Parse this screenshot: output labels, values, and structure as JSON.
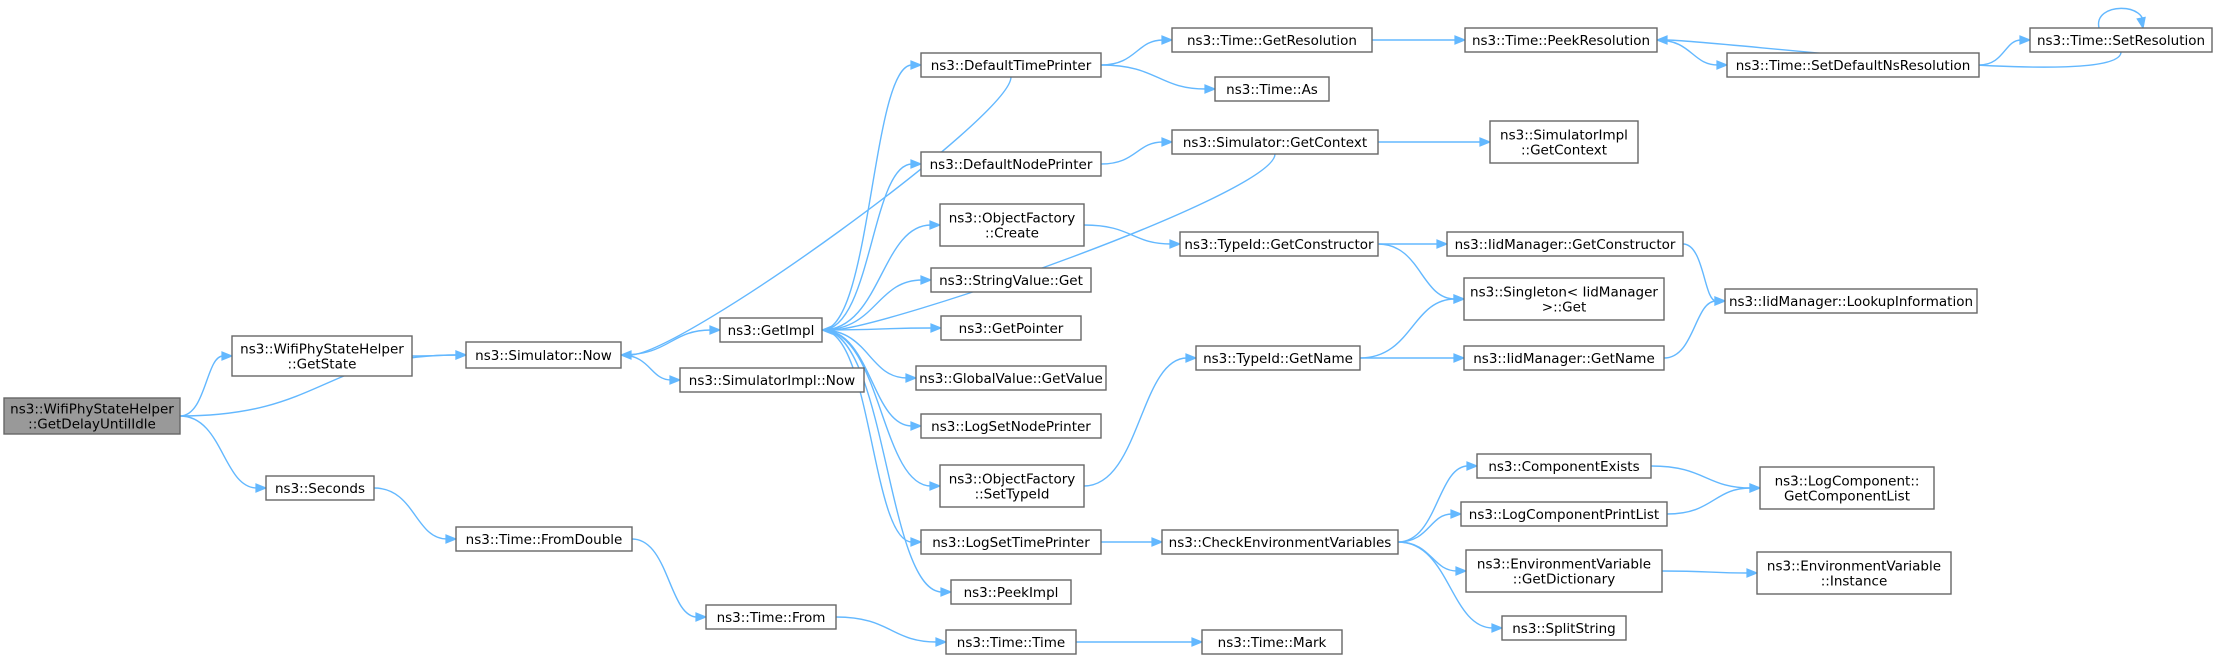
{
  "colors": {
    "edge": "#63b8ff",
    "node_border": "#666666",
    "root_fill": "#999999",
    "node_fill": "#ffffff",
    "text": "#000000"
  },
  "nodes": [
    {
      "id": "root",
      "lines": [
        "ns3::WifiPhyStateHelper",
        "::GetDelayUntilIdle"
      ],
      "highlighted": true
    },
    {
      "id": "getstate",
      "lines": [
        "ns3::WifiPhyStateHelper",
        "::GetState"
      ]
    },
    {
      "id": "simnow",
      "lines": [
        "ns3::Simulator::Now"
      ]
    },
    {
      "id": "seconds",
      "lines": [
        "ns3::Seconds"
      ]
    },
    {
      "id": "fromdouble",
      "lines": [
        "ns3::Time::FromDouble"
      ]
    },
    {
      "id": "from",
      "lines": [
        "ns3::Time::From"
      ]
    },
    {
      "id": "time",
      "lines": [
        "ns3::Time::Time"
      ]
    },
    {
      "id": "mark",
      "lines": [
        "ns3::Time::Mark"
      ]
    },
    {
      "id": "getimpl",
      "lines": [
        "ns3::GetImpl"
      ]
    },
    {
      "id": "simimplnow",
      "lines": [
        "ns3::SimulatorImpl::Now"
      ]
    },
    {
      "id": "deftime",
      "lines": [
        "ns3::DefaultTimePrinter"
      ]
    },
    {
      "id": "defnode",
      "lines": [
        "ns3::DefaultNodePrinter"
      ]
    },
    {
      "id": "ofcreate",
      "lines": [
        "ns3::ObjectFactory",
        "::Create"
      ]
    },
    {
      "id": "strget",
      "lines": [
        "ns3::StringValue::Get"
      ]
    },
    {
      "id": "getptr",
      "lines": [
        "ns3::GetPointer"
      ]
    },
    {
      "id": "gvget",
      "lines": [
        "ns3::GlobalValue::GetValue"
      ]
    },
    {
      "id": "lognode",
      "lines": [
        "ns3::LogSetNodePrinter"
      ]
    },
    {
      "id": "ofset",
      "lines": [
        "ns3::ObjectFactory",
        "::SetTypeId"
      ]
    },
    {
      "id": "logtime",
      "lines": [
        "ns3::LogSetTimePrinter"
      ]
    },
    {
      "id": "peekimpl",
      "lines": [
        "ns3::PeekImpl"
      ]
    },
    {
      "id": "getres",
      "lines": [
        "ns3::Time::GetResolution"
      ]
    },
    {
      "id": "timeas",
      "lines": [
        "ns3::Time::As"
      ]
    },
    {
      "id": "simctx",
      "lines": [
        "ns3::Simulator::GetContext"
      ]
    },
    {
      "id": "tidctor",
      "lines": [
        "ns3::TypeId::GetConstructor"
      ]
    },
    {
      "id": "tidname",
      "lines": [
        "ns3::TypeId::GetName"
      ]
    },
    {
      "id": "checkenv",
      "lines": [
        "ns3::CheckEnvironmentVariables"
      ]
    },
    {
      "id": "peekres",
      "lines": [
        "ns3::Time::PeekResolution"
      ]
    },
    {
      "id": "simimplctx",
      "lines": [
        "ns3::SimulatorImpl",
        "::GetContext"
      ]
    },
    {
      "id": "iidctor",
      "lines": [
        "ns3::IidManager::GetConstructor"
      ]
    },
    {
      "id": "singleton",
      "lines": [
        "ns3::Singleton< IidManager",
        " >::Get"
      ]
    },
    {
      "id": "iidname",
      "lines": [
        "ns3::IidManager::GetName"
      ]
    },
    {
      "id": "compexists",
      "lines": [
        "ns3::ComponentExists"
      ]
    },
    {
      "id": "logcpl",
      "lines": [
        "ns3::LogComponentPrintList"
      ]
    },
    {
      "id": "envdict",
      "lines": [
        "ns3::EnvironmentVariable",
        "::GetDictionary"
      ]
    },
    {
      "id": "split",
      "lines": [
        "ns3::SplitString"
      ]
    },
    {
      "id": "setdefns",
      "lines": [
        "ns3::Time::SetDefaultNsResolution"
      ]
    },
    {
      "id": "setres",
      "lines": [
        "ns3::Time::SetResolution"
      ]
    },
    {
      "id": "iidlookup",
      "lines": [
        "ns3::IidManager::LookupInformation"
      ]
    },
    {
      "id": "logcomplist",
      "lines": [
        "ns3::LogComponent::",
        "GetComponentList"
      ]
    },
    {
      "id": "envinst",
      "lines": [
        "ns3::EnvironmentVariable",
        "::Instance"
      ]
    }
  ],
  "edges": [
    [
      "root",
      "getstate"
    ],
    [
      "root",
      "simnow"
    ],
    [
      "root",
      "seconds"
    ],
    [
      "getstate",
      "simnow"
    ],
    [
      "simnow",
      "getimpl"
    ],
    [
      "simnow",
      "simimplnow"
    ],
    [
      "seconds",
      "fromdouble"
    ],
    [
      "fromdouble",
      "from"
    ],
    [
      "from",
      "time"
    ],
    [
      "time",
      "mark"
    ],
    [
      "getimpl",
      "deftime"
    ],
    [
      "getimpl",
      "defnode"
    ],
    [
      "getimpl",
      "ofcreate"
    ],
    [
      "getimpl",
      "strget"
    ],
    [
      "getimpl",
      "getptr"
    ],
    [
      "getimpl",
      "gvget"
    ],
    [
      "getimpl",
      "lognode"
    ],
    [
      "getimpl",
      "ofset"
    ],
    [
      "getimpl",
      "logtime"
    ],
    [
      "getimpl",
      "peekimpl"
    ],
    [
      "deftime",
      "simnow"
    ],
    [
      "simctx",
      "getimpl"
    ],
    [
      "deftime",
      "getres"
    ],
    [
      "deftime",
      "timeas"
    ],
    [
      "defnode",
      "simctx"
    ],
    [
      "simctx",
      "simimplctx"
    ],
    [
      "ofcreate",
      "tidctor"
    ],
    [
      "tidctor",
      "iidctor"
    ],
    [
      "tidctor",
      "singleton"
    ],
    [
      "ofset",
      "tidname"
    ],
    [
      "tidname",
      "singleton"
    ],
    [
      "tidname",
      "iidname"
    ],
    [
      "iidctor",
      "iidlookup"
    ],
    [
      "iidname",
      "iidlookup"
    ],
    [
      "logtime",
      "checkenv"
    ],
    [
      "checkenv",
      "compexists"
    ],
    [
      "checkenv",
      "logcpl"
    ],
    [
      "checkenv",
      "envdict"
    ],
    [
      "checkenv",
      "split"
    ],
    [
      "compexists",
      "logcomplist"
    ],
    [
      "logcpl",
      "logcomplist"
    ],
    [
      "envdict",
      "envinst"
    ],
    [
      "getres",
      "peekres"
    ],
    [
      "peekres",
      "setdefns"
    ],
    [
      "setdefns",
      "setres"
    ],
    [
      "setres",
      "peekres"
    ],
    [
      "setres",
      "setres"
    ]
  ]
}
